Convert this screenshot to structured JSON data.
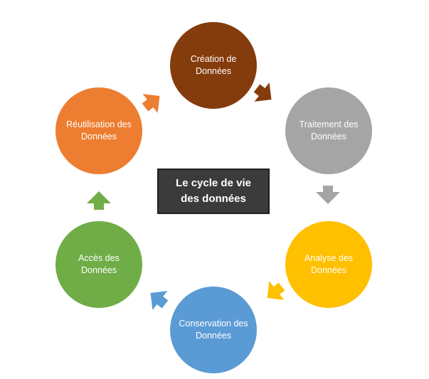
{
  "diagram": {
    "center_title": "Le cycle de vie des données",
    "stages": [
      {
        "id": "creation",
        "label": "Création de Données",
        "color": "#843c0c"
      },
      {
        "id": "traitement",
        "label": "Traitement des Données",
        "color": "#a5a5a5"
      },
      {
        "id": "analyse",
        "label": "Analyse des Données",
        "color": "#ffc000"
      },
      {
        "id": "conservation",
        "label": "Conservation des Données",
        "color": "#5b9bd5"
      },
      {
        "id": "acces",
        "label": "Accès des Données",
        "color": "#70ad47"
      },
      {
        "id": "reutilisation",
        "label": "Réutilisation des Données",
        "color": "#ed7d31"
      }
    ]
  }
}
